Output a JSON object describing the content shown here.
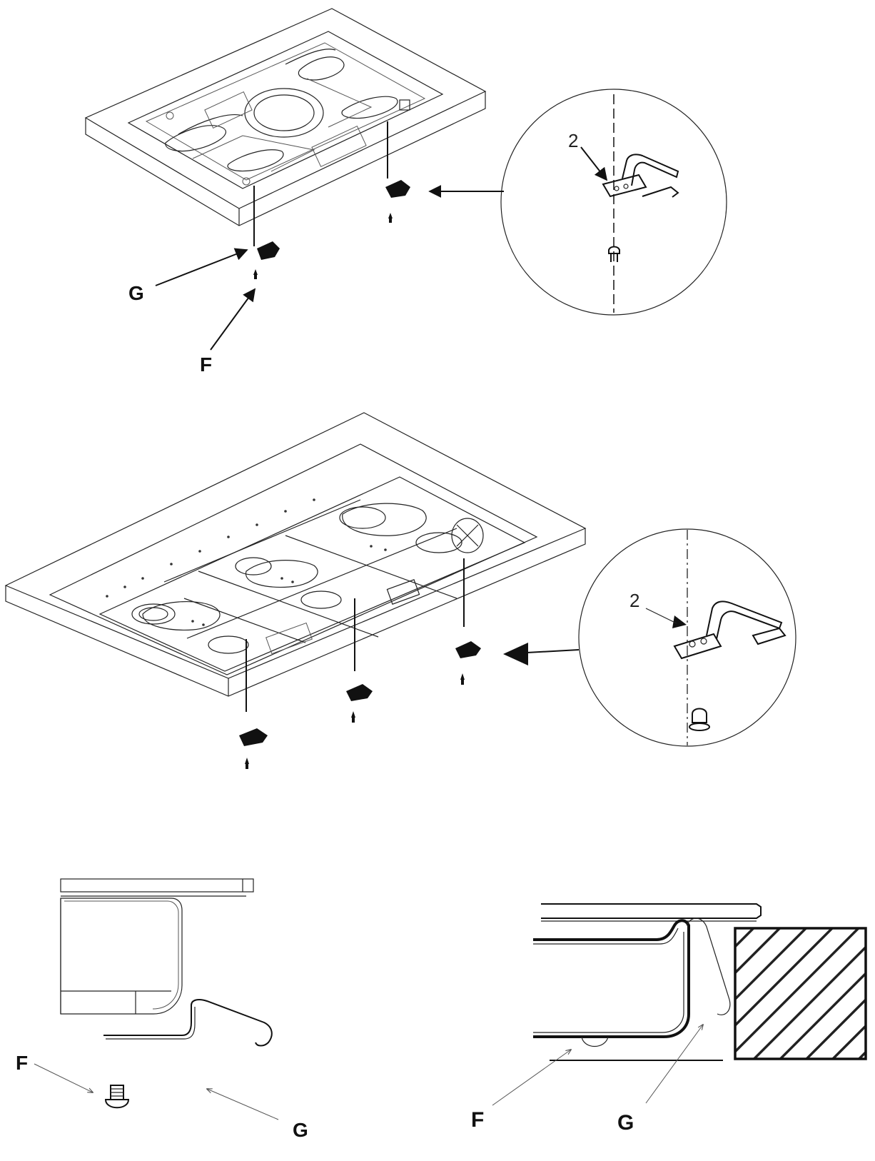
{
  "labels": {
    "top_g": "G",
    "top_f": "F",
    "top_detail_2": "2",
    "mid_detail_2": "2",
    "bottom_left_f": "F",
    "bottom_left_g": "G",
    "bottom_right_f": "F",
    "bottom_right_g": "G"
  },
  "colors": {
    "ink": "#111111",
    "hatch": "#222222",
    "background": "#ffffff"
  }
}
